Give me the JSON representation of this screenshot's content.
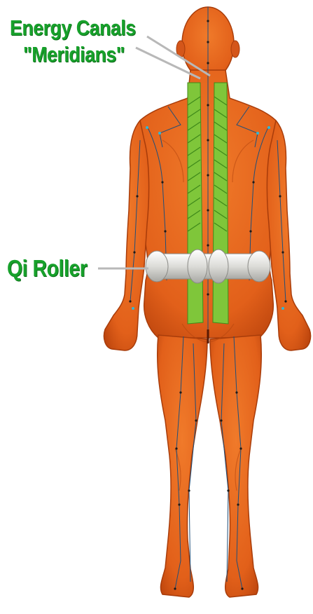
{
  "labels": {
    "meridians_line1": "Energy Canals",
    "meridians_line2": "\"Meridians\"",
    "roller": "Qi Roller"
  },
  "colors": {
    "skin": "#e4641c",
    "skin_dark": "#b8420c",
    "label_green": "#17a12b",
    "meridian_band": "#7fc63a",
    "roller": "#d8d8d4",
    "meridian_line": "#1f4f7a"
  }
}
